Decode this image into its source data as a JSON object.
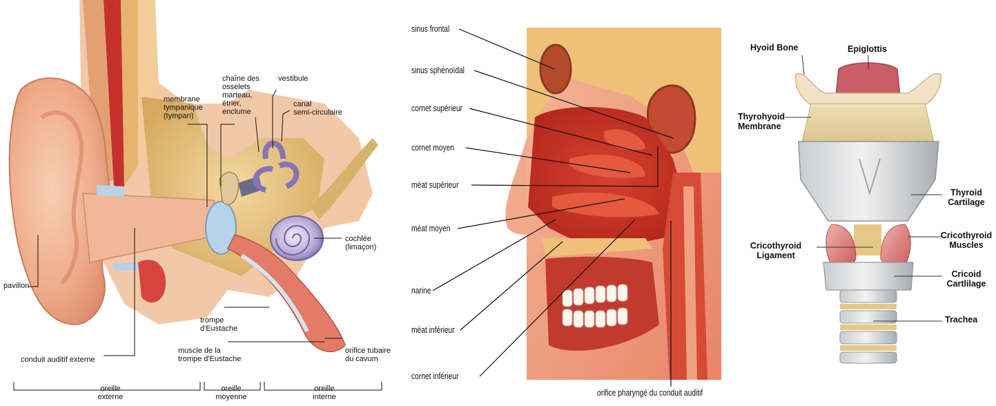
{
  "ear": {
    "labels": {
      "membrane": "membrane\ntympanique\n(tympan)",
      "chaine": "chaîne des\nosselets\nmarteau,\nétrier,\nenclume",
      "vestibule": "vestibule",
      "canal": "canal\nsemi-circulaire",
      "cochlee": "cochlée\n(limaçon)",
      "pavillon": "pavillon",
      "trompe": "trompe\nd'Eustache",
      "muscle": "muscle de la\ntrompe d'Eustache",
      "orifice_tubaire": "orifice tubaire\ndu cavum",
      "conduit": "conduit auditif externe"
    },
    "sections": {
      "externe": "oreille\nexterne",
      "moyenne": "oreille\nmoyenne",
      "interne": "oreille\ninterne"
    }
  },
  "nose": {
    "labels": {
      "sinus_frontal": "sinus frontal",
      "sinus_sphenoidal": "sinus sphénoïdal",
      "cornet_sup": "cornet supérieur",
      "cornet_moyen": "cornet moyen",
      "meat_sup": "méat supérieur",
      "meat_moyen": "méat moyen",
      "narine": "narine",
      "meat_inf": "méat inférieur",
      "cornet_inf": "cornet inférieur",
      "orifice_pharynge": "orifice pharyngé du conduit auditif"
    }
  },
  "larynx": {
    "labels": {
      "hyoid": "Hyoid Bone",
      "epiglottis": "Epiglottis",
      "thyrohyoid": "Thyrohyoid\nMembrane",
      "thyroid": "Thyroid\nCartilage",
      "cricothyroid_muscles": "Cricothyroid\nMuscles",
      "cricothyroid_lig": "Cricothyroid\nLigament",
      "cricoid": "Cricoid\nCartlilage",
      "trachea": "Trachea"
    }
  }
}
